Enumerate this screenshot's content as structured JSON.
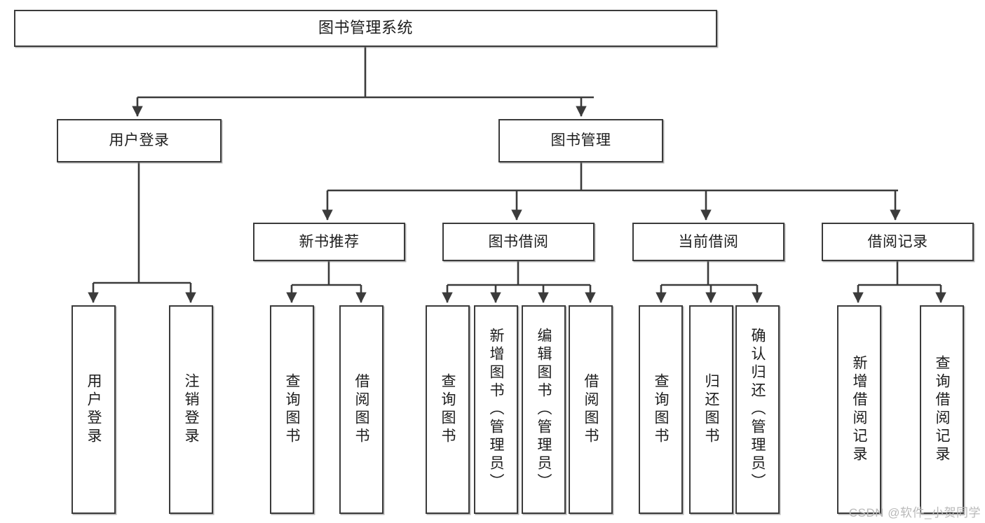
{
  "diagram": {
    "type": "tree-hierarchy-chart",
    "title_text": "图书管理系统",
    "line_color": "#3b3b3b",
    "box_fill": "#ffffff",
    "text_color": "#1d1d1d",
    "watermark": "CSDN @软件_小贺同学",
    "nodes": {
      "root": {
        "label": "图书管理系统"
      },
      "level2": [
        {
          "label": "用户登录"
        },
        {
          "label": "图书管理"
        }
      ],
      "level3": [
        {
          "label": "新书推荐"
        },
        {
          "label": "图书借阅"
        },
        {
          "label": "当前借阅"
        },
        {
          "label": "借阅记录"
        }
      ],
      "leaves": {
        "user_login": [
          {
            "label": "用户登录"
          },
          {
            "label": "注销登录"
          }
        ],
        "new_book_recommend": [
          {
            "label": "查询图书"
          },
          {
            "label": "借阅图书"
          }
        ],
        "book_borrow": [
          {
            "label": "查询图书"
          },
          {
            "label": "新增图书（管理员）"
          },
          {
            "label": "编辑图书（管理员）"
          },
          {
            "label": "借阅图书"
          }
        ],
        "current_borrow": [
          {
            "label": "查询图书"
          },
          {
            "label": "归还图书"
          },
          {
            "label": "确认归还（管理员）"
          }
        ],
        "borrow_record": [
          {
            "label": "新增借阅记录"
          },
          {
            "label": "查询借阅记录"
          }
        ]
      }
    }
  }
}
